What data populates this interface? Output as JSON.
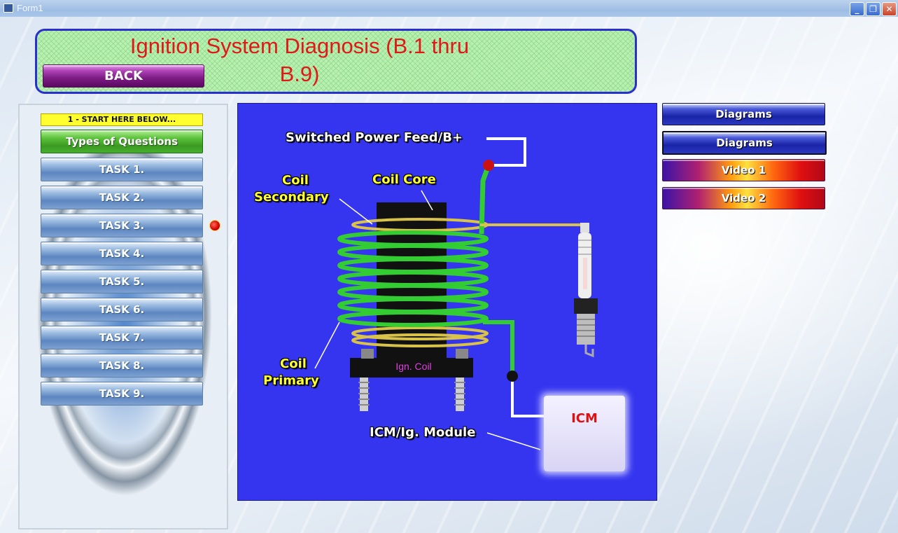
{
  "window": {
    "title": "Form1"
  },
  "header": {
    "title": "Ignition System Diagnosis (B.1 thru B.9)",
    "back_label": "BACK"
  },
  "sidebar": {
    "start_label": "1 - START HERE BELOW...",
    "types_label": "Types of Questions",
    "tasks": [
      "TASK 1.",
      "TASK 2.",
      "TASK 3.",
      "TASK 4.",
      "TASK 5.",
      "TASK 6.",
      "TASK 7.",
      "TASK 8.",
      "TASK 9."
    ]
  },
  "diagram": {
    "power_feed": "Switched Power Feed/B+",
    "coil_secondary_1": "Coil",
    "coil_secondary_2": "Secondary",
    "coil_core": "Coil Core",
    "coil_primary_1": "Coil",
    "coil_primary_2": "Primary",
    "coil_base": "Ign. Coil",
    "icm_module": "ICM/Ig. Module",
    "icm_box": "ICM"
  },
  "right_buttons": {
    "diagrams_1": "Diagrams",
    "diagrams_2": "Diagrams",
    "video_1": "Video 1",
    "video_2": "Video 2"
  },
  "colors": {
    "diagram_bg": "#3535f0",
    "title_red": "#e01818",
    "winding_green": "#33cc33"
  }
}
